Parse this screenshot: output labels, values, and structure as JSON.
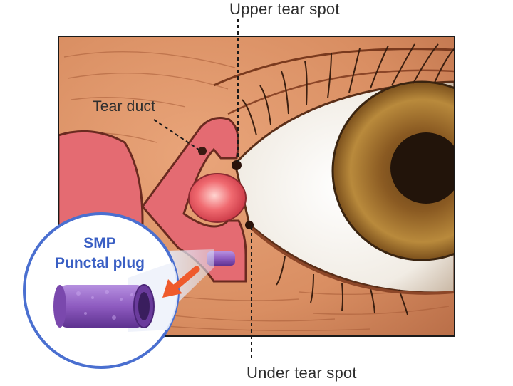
{
  "labels": {
    "upper_tear_spot": "Upper tear spot",
    "tear_duct": "Tear duct",
    "under_tear_spot": "Under tear spot"
  },
  "inset": {
    "title_line1": "SMP",
    "title_line2": "Punctal plug"
  },
  "colors": {
    "skin": "#d98e62",
    "duct": "#e46b72",
    "caruncle": "#ec4f5a",
    "iris": "#a9782e",
    "pupil": "#2a1a10",
    "plug": "#8e5bc0",
    "inset_border": "#4a6fd0",
    "arrow": "#ef5a2c",
    "label_text": "#2e2e2e",
    "inset_title": "#3a5fc4"
  },
  "icons": [
    "eye-illustration",
    "punctal-plug-icon",
    "insertion-arrow-icon"
  ]
}
